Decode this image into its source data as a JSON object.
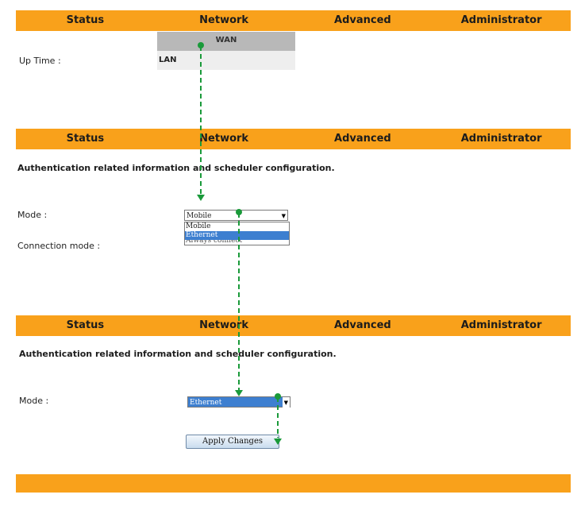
{
  "nav": {
    "items": [
      "Status",
      "Network",
      "Advanced",
      "Administrator"
    ]
  },
  "panel1": {
    "uptime_label": "Up Time :",
    "submenu": {
      "wan": "WAN",
      "lan": "LAN"
    }
  },
  "panel2": {
    "description": "Authentication related information and scheduler configuration.",
    "mode_label": "Mode :",
    "mode_value": "Mobile",
    "dropdown_options": [
      "Mobile",
      "Ethernet",
      "Always connect"
    ],
    "dropdown_highlighted": "Ethernet",
    "connection_mode_label": "Connection mode :"
  },
  "panel3": {
    "description": "Authentication related information and scheduler configuration.",
    "mode_label": "Mode :",
    "mode_value": "Ethernet",
    "apply_button": "Apply Changes"
  },
  "colors": {
    "nav_bar": "#f9a11b",
    "annotation_arrow": "#1a9a3a",
    "selection": "#3d7fd0"
  }
}
